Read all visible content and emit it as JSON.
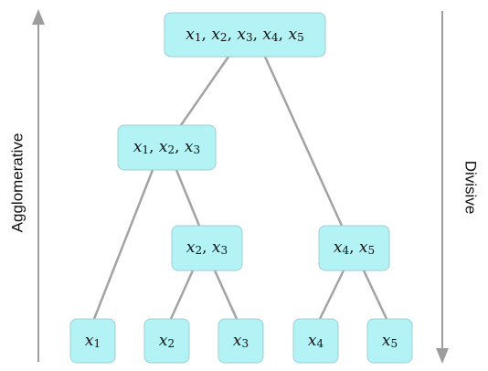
{
  "diagram": {
    "side_labels": {
      "left": "Agglomerative",
      "right": "Divisive"
    },
    "nodes": [
      {
        "id": "root",
        "terms": [
          [
            "x",
            "1"
          ],
          [
            "x",
            "2"
          ],
          [
            "x",
            "3"
          ],
          [
            "x",
            "4"
          ],
          [
            "x",
            "5"
          ]
        ]
      },
      {
        "id": "x123",
        "terms": [
          [
            "x",
            "1"
          ],
          [
            "x",
            "2"
          ],
          [
            "x",
            "3"
          ]
        ]
      },
      {
        "id": "x23",
        "terms": [
          [
            "x",
            "2"
          ],
          [
            "x",
            "3"
          ]
        ]
      },
      {
        "id": "x45",
        "terms": [
          [
            "x",
            "4"
          ],
          [
            "x",
            "5"
          ]
        ]
      },
      {
        "id": "x1",
        "terms": [
          [
            "x",
            "1"
          ]
        ]
      },
      {
        "id": "x2",
        "terms": [
          [
            "x",
            "2"
          ]
        ]
      },
      {
        "id": "x3",
        "terms": [
          [
            "x",
            "3"
          ]
        ]
      },
      {
        "id": "x4",
        "terms": [
          [
            "x",
            "4"
          ]
        ]
      },
      {
        "id": "x5",
        "terms": [
          [
            "x",
            "5"
          ]
        ]
      }
    ],
    "edges": [
      [
        "root",
        "x123"
      ],
      [
        "root",
        "x45"
      ],
      [
        "x123",
        "x1"
      ],
      [
        "x123",
        "x23"
      ],
      [
        "x23",
        "x2"
      ],
      [
        "x23",
        "x3"
      ],
      [
        "x45",
        "x4"
      ],
      [
        "x45",
        "x5"
      ]
    ],
    "colors": {
      "node_fill": "#b3f2f5",
      "node_stroke": "#9ccfd2",
      "edge": "#a3a3a3",
      "arrow": "#9d9d9d"
    }
  }
}
